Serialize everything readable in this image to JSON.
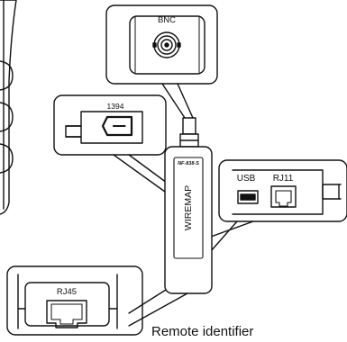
{
  "device": {
    "model": "NF-838-S",
    "label": "WIREMAP"
  },
  "callouts": {
    "bnc": {
      "label": "BNC"
    },
    "firewire": {
      "label": "1394"
    },
    "usb": {
      "label": "USB"
    },
    "rj11": {
      "label": "RJ11"
    },
    "rj45": {
      "label": "RJ45"
    }
  },
  "caption": "Remote identifier",
  "colors": {
    "stroke": "#111111",
    "background": "#ffffff"
  }
}
